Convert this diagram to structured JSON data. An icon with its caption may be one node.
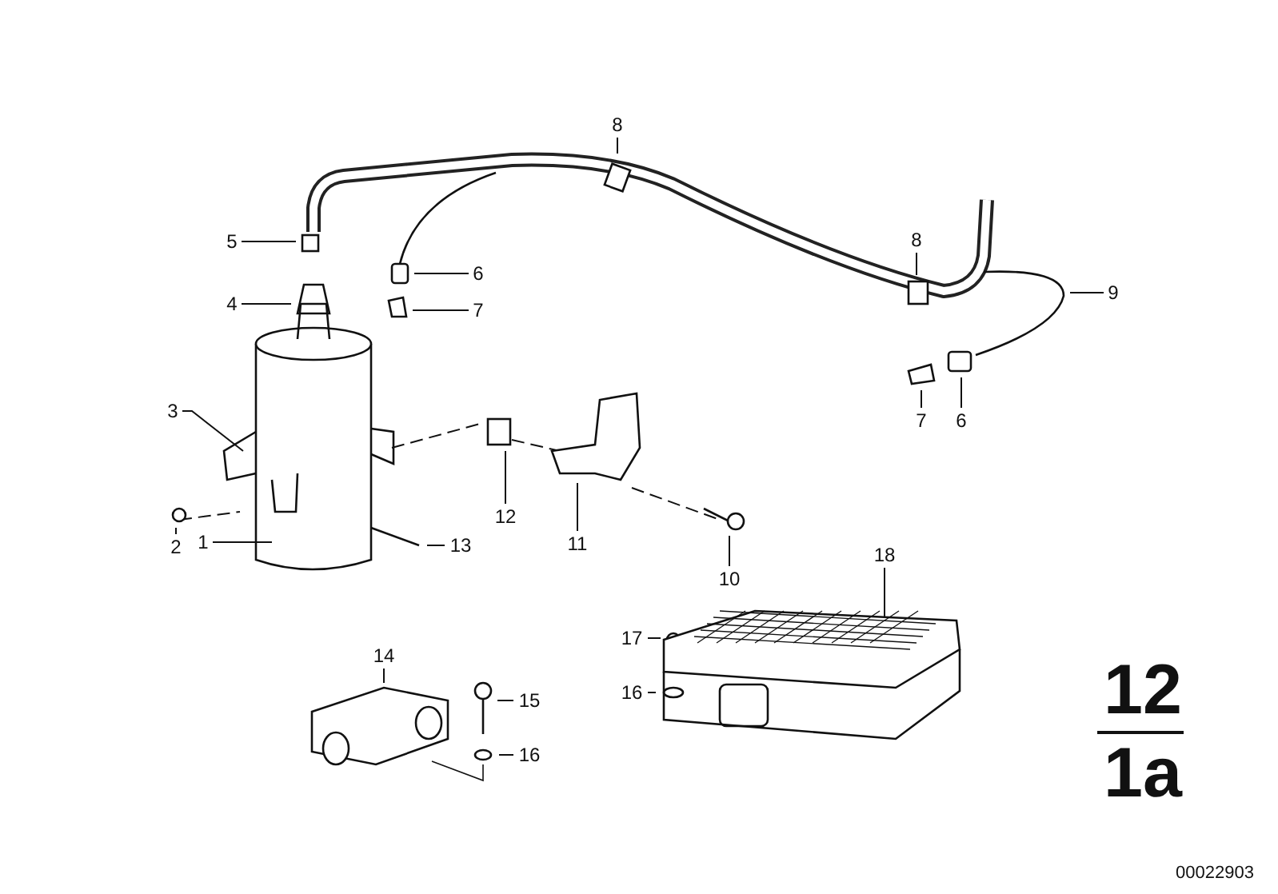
{
  "diagram": {
    "nodes": [
      {
        "text": [
          "8"
        ]
      },
      {
        "text": [
          "5"
        ]
      },
      {
        "text": [
          "8"
        ]
      },
      {
        "text": [
          "6"
        ]
      },
      {
        "text": [
          "9"
        ]
      },
      {
        "text": [
          "4"
        ]
      },
      {
        "text": [
          "7"
        ]
      },
      {
        "text": [
          "3"
        ]
      },
      {
        "text": [
          "7"
        ]
      },
      {
        "text": [
          "6"
        ]
      },
      {
        "text": [
          "12"
        ]
      },
      {
        "text": [
          "2"
        ]
      },
      {
        "text": [
          "1"
        ]
      },
      {
        "text": [
          "11"
        ]
      },
      {
        "text": [
          "13"
        ]
      },
      {
        "text": [
          "18"
        ]
      },
      {
        "text": [
          "10"
        ]
      },
      {
        "text": [
          "17"
        ]
      },
      {
        "text": [
          "14"
        ]
      },
      {
        "text": [
          "16"
        ]
      },
      {
        "text": [
          "15"
        ]
      },
      {
        "text": [
          "16"
        ]
      },
      {
        "text": [],
        "shape": "box"
      }
    ],
    "edges": [
      {
        "from": 0,
        "to": null,
        "arrow": "none"
      },
      {
        "from": 1,
        "to": null,
        "arrow": "none"
      },
      {
        "from": 2,
        "to": null,
        "arrow": "none"
      },
      {
        "from": 3,
        "to": null,
        "arrow": "none"
      },
      {
        "from": 4,
        "to": null,
        "arrow": "none"
      },
      {
        "from": 5,
        "to": null,
        "arrow": "none"
      },
      {
        "from": 6,
        "to": null,
        "arrow": "none"
      },
      {
        "from": 7,
        "to": null,
        "arrow": "none"
      },
      {
        "from": 8,
        "to": null,
        "arrow": "none"
      },
      {
        "from": 9,
        "to": null,
        "arrow": "none"
      },
      {
        "from": 10,
        "to": null,
        "arrow": "none"
      },
      {
        "from": 11,
        "to": null,
        "arrow": "none"
      },
      {
        "from": 12,
        "to": null,
        "arrow": "none"
      },
      {
        "from": 13,
        "to": null,
        "arrow": "none"
      },
      {
        "from": 14,
        "to": null,
        "arrow": "none"
      },
      {
        "from": 15,
        "to": 22,
        "arrow": "none"
      },
      {
        "from": 16,
        "to": null,
        "arrow": "none"
      },
      {
        "from": 17,
        "to": null,
        "arrow": "none"
      },
      {
        "from": 18,
        "to": null,
        "arrow": "none"
      },
      {
        "from": 19,
        "to": null,
        "arrow": "none"
      },
      {
        "from": 20,
        "to": null,
        "arrow": "none"
      },
      {
        "from": 21,
        "to": null,
        "arrow": "none"
      }
    ],
    "labels": [
      "12",
      "1a",
      "00022903"
    ]
  }
}
